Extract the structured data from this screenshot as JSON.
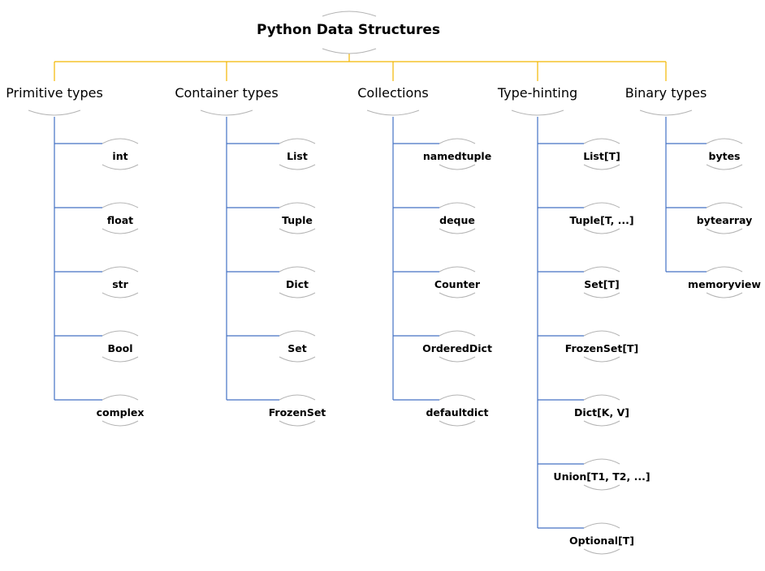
{
  "root": {
    "label": "Python Data Structures"
  },
  "categories": [
    {
      "label": "Primitive types",
      "children": [
        "int",
        "float",
        "str",
        "Bool",
        "complex"
      ]
    },
    {
      "label": "Container types",
      "children": [
        "List",
        "Tuple",
        "Dict",
        "Set",
        "FrozenSet"
      ]
    },
    {
      "label": "Collections",
      "children": [
        "namedtuple",
        "deque",
        "Counter",
        "OrderedDict",
        "defaultdict"
      ]
    },
    {
      "label": "Type-hinting",
      "children": [
        "List[T]",
        "Tuple[T, ...]",
        "Set[T]",
        "FrozenSet[T]",
        "Dict[K, V]",
        "Union[T1, T2, ...]",
        "Optional[T]"
      ]
    },
    {
      "label": "Binary types",
      "children": [
        "bytes",
        "bytearray",
        "memoryview"
      ]
    }
  ],
  "colors": {
    "root_connector": "#f2b600",
    "branch_connector": "#4472c4",
    "node_outline": "#b4b4b4"
  }
}
